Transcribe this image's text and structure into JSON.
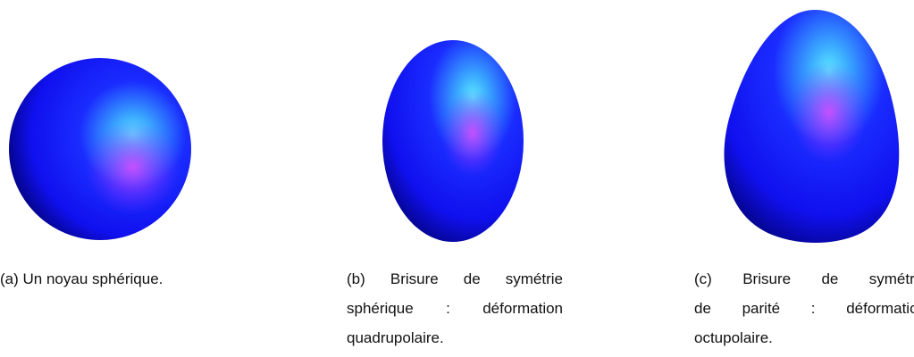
{
  "figures": [
    {
      "caption_lines": [
        "(a) Un noyau sphérique."
      ],
      "shape": "sphere"
    },
    {
      "caption_lines": [
        "(b) Brisure de symétrie",
        "sphérique : déformation",
        "quadrupolaire."
      ],
      "shape": "prolate ellipsoid"
    },
    {
      "caption_lines": [
        "(c) Brisure de symétrie",
        "de parité : déformation",
        "octupolaire."
      ],
      "shape": "pear"
    }
  ],
  "colors": {
    "body": "#1010ff",
    "dark": "#00007a",
    "highlight_cyan": "#44e6ff",
    "highlight_magenta": "#d944ff"
  }
}
